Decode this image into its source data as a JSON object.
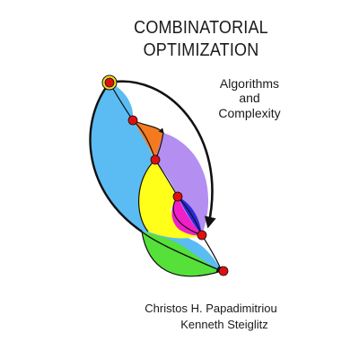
{
  "cover": {
    "title_line1": "COMBINATORIAL",
    "title_line2": "OPTIMIZATION",
    "subtitle_line1": "Algorithms",
    "subtitle_line2": "and",
    "subtitle_line3": "Complexity",
    "author1": "Christos H. Papadimitriou",
    "author2": "Kenneth Steiglitz"
  },
  "illustration": {
    "colors": {
      "blue_region": "#5bbcf3",
      "orange_region": "#f47a20",
      "purple_region": "#b48ef0",
      "yellow_region": "#ffff1a",
      "magenta_region": "#f020c8",
      "dark_blue_region": "#2a2ad8",
      "green_region": "#56e03a",
      "node_red": "#e01010",
      "source_ring": "#f0e020",
      "edge": "#111111"
    }
  }
}
